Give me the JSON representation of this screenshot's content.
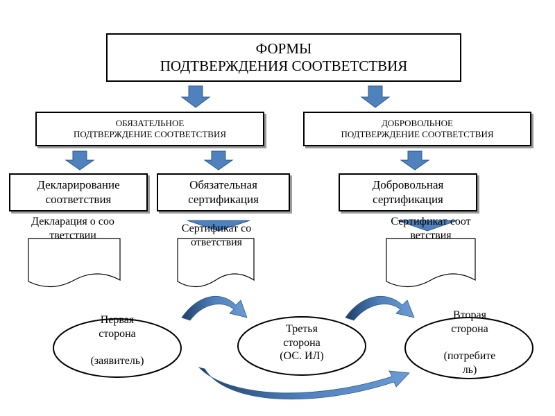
{
  "title": {
    "line1": "ФОРМЫ",
    "line2": "ПОДТВЕРЖДЕНИЯ СООТВЕТСТВИЯ"
  },
  "mandatory": {
    "line1": "ОБЯЗАТЕЛЬНОЕ",
    "line2": "ПОДТВЕРЖДЕНИЕ СООТВЕТСТВИЯ"
  },
  "voluntary": {
    "line1": "ДОБРОВОЛЬНОЕ",
    "line2": "ПОДТВЕРЖДЕНИЕ СООТВЕТСТВИЯ"
  },
  "declaration": {
    "line1": "Декларирование",
    "line2": "соответствия"
  },
  "mandatory_cert": {
    "line1": "Обязательная",
    "line2": "сертификация"
  },
  "voluntary_cert": {
    "line1": "Добровольная",
    "line2": "сертификация"
  },
  "doc_declaration": "Декларация о соответствии",
  "doc_cert_mandatory": "Сертификат соответствия",
  "doc_cert_voluntary": "Сертификат соответствия",
  "first_party": {
    "line1": "Первая",
    "line2": "сторона",
    "line3": "(заявитель)"
  },
  "third_party": {
    "line1": "Третья",
    "line2": "сторона",
    "line3": "(ОС. ИЛ)"
  },
  "second_party": {
    "line1": "Вторая",
    "line2": "сторона",
    "line3": "(потребите",
    "line4": "ль)"
  },
  "colors": {
    "arrow": "#4f81bd",
    "arrow_edge": "#2f5b8f",
    "shadow": "#9a9a9a"
  }
}
